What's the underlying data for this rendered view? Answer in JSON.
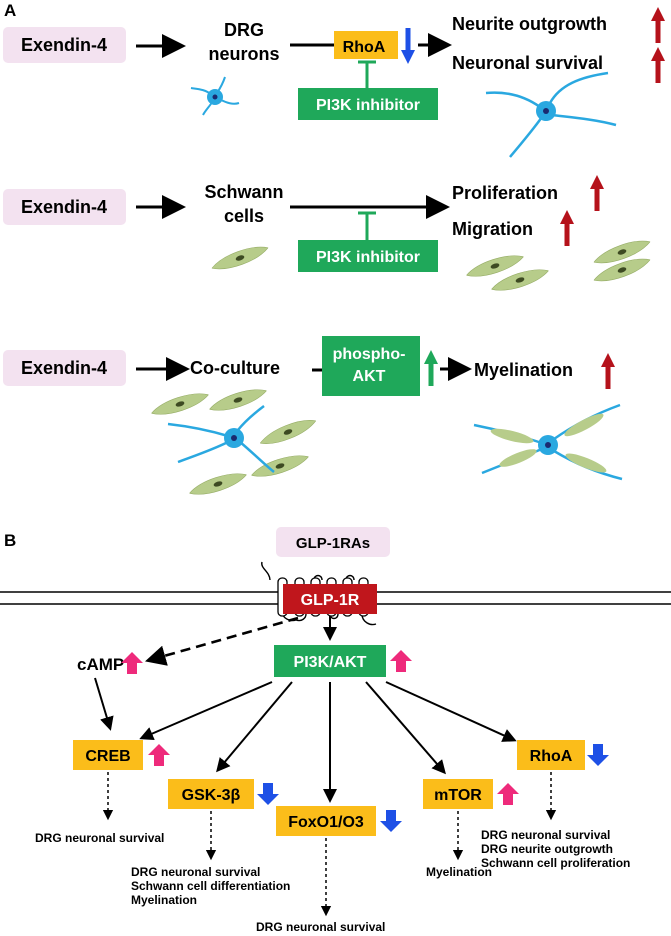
{
  "panel_a": {
    "label": "A",
    "rows": [
      {
        "agent": "Exendin-4",
        "target_line1": "DRG",
        "target_line2": "neurons",
        "mediator": "RhoA",
        "inhibitor": "PI3K inhibitor",
        "outcome1": "Neurite outgrowth",
        "outcome2": "Neuronal survival"
      },
      {
        "agent": "Exendin-4",
        "target_line1": "Schwann",
        "target_line2": "cells",
        "inhibitor": "PI3K inhibitor",
        "outcome1": "Proliferation",
        "outcome2": "Migration"
      },
      {
        "agent": "Exendin-4",
        "target": "Co-culture",
        "mediator_line1": "phospho-",
        "mediator_line2": "AKT",
        "outcome": "Myelination"
      }
    ]
  },
  "panel_b": {
    "label": "B",
    "ligand": "GLP-1RAs",
    "receptor": "GLP-1R",
    "camp": "cAMP",
    "pi3k": "PI3K/AKT",
    "creb": "CREB",
    "gsk": "GSK-3β",
    "foxo": "FoxO1/O3",
    "mtor": "mTOR",
    "rhoa": "RhoA",
    "effects": {
      "creb": [
        "DRG neuronal survival"
      ],
      "gsk": [
        "DRG neuronal survival",
        "Schwann cell differentiation",
        "Myelination"
      ],
      "foxo": [
        "DRG neuronal survival"
      ],
      "mtor": [
        "Myelination"
      ],
      "rhoa": [
        "DRG neuronal survival",
        "DRG neurite outgrowth",
        "Schwann cell proliferation"
      ]
    }
  },
  "colors": {
    "agent_bg": "#f3e2f0",
    "green": "#1fa85a",
    "orange": "#fbbd1a",
    "receptor": "#c0161c",
    "up_red": "#b5121b",
    "up_pink": "#ee2a7b",
    "down_blue": "#1e50e6",
    "up_green": "#1fa85a",
    "neuron": "#2aa8e0",
    "schwann": "#b7cc8a"
  },
  "icons": {
    "up": "up-arrow-icon",
    "down": "down-arrow-icon",
    "neuron": "neuron-icon",
    "schwann": "schwann-cell-icon"
  }
}
